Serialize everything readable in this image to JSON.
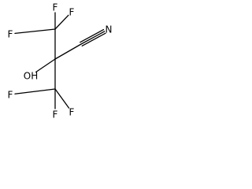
{
  "structure": {
    "atoms": [
      {
        "id": "c_top",
        "element": "C",
        "label": ""
      },
      {
        "id": "c_center",
        "element": "C",
        "label": ""
      },
      {
        "id": "c_bottom",
        "element": "C",
        "label": ""
      },
      {
        "id": "c_nitrile",
        "element": "C",
        "label": ""
      },
      {
        "id": "f_top_left",
        "element": "F",
        "label": "F"
      },
      {
        "id": "f_top_up",
        "element": "F",
        "label": "F"
      },
      {
        "id": "f_top_right",
        "element": "F",
        "label": "F"
      },
      {
        "id": "f_bottom_left",
        "element": "F",
        "label": "F"
      },
      {
        "id": "f_bottom_down",
        "element": "F",
        "label": "F"
      },
      {
        "id": "f_bottom_right",
        "element": "F",
        "label": "F"
      },
      {
        "id": "o_hydroxyl",
        "element": "O",
        "label": "OH"
      },
      {
        "id": "n_nitrile",
        "element": "N",
        "label": "N"
      }
    ],
    "bonds": [
      {
        "from": "c_top",
        "to": "f_top_left",
        "order": 1
      },
      {
        "from": "c_top",
        "to": "f_top_up",
        "order": 1
      },
      {
        "from": "c_top",
        "to": "f_top_right",
        "order": 1
      },
      {
        "from": "c_top",
        "to": "c_center",
        "order": 1
      },
      {
        "from": "c_center",
        "to": "c_nitrile",
        "order": 1
      },
      {
        "from": "c_nitrile",
        "to": "n_nitrile",
        "order": 3
      },
      {
        "from": "c_center",
        "to": "o_hydroxyl",
        "order": 1
      },
      {
        "from": "c_center",
        "to": "c_bottom",
        "order": 1
      },
      {
        "from": "c_bottom",
        "to": "f_bottom_left",
        "order": 1
      },
      {
        "from": "c_bottom",
        "to": "f_bottom_down",
        "order": 1
      },
      {
        "from": "c_bottom",
        "to": "f_bottom_right",
        "order": 1
      }
    ]
  }
}
